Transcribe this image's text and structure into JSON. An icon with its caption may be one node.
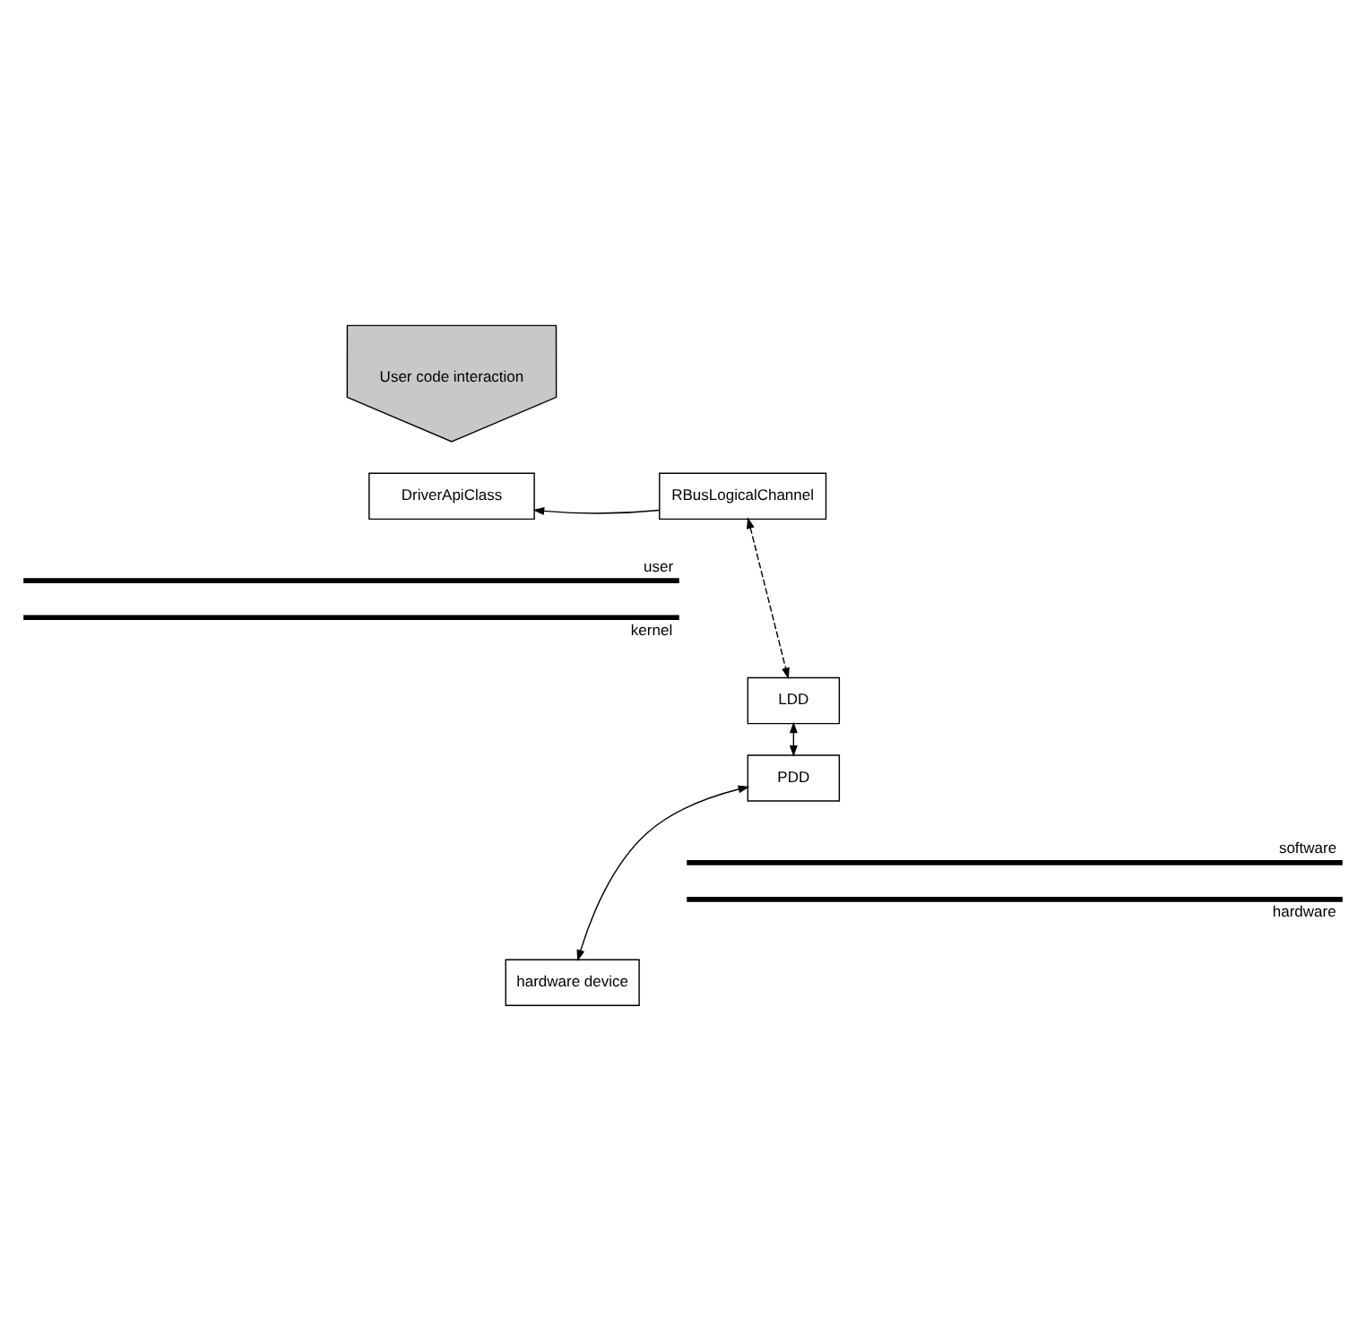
{
  "diagram": {
    "nodes": [
      {
        "text": [
          "User code interaction"
        ]
      },
      {
        "text": [
          "DriverApiClass"
        ]
      },
      {
        "text": [
          "RBusLogicalChannel"
        ]
      },
      {
        "text": [
          "LDD"
        ]
      },
      {
        "text": [
          "PDD"
        ]
      },
      {
        "text": [
          "hardware device"
        ]
      }
    ],
    "edges": [
      {
        "from": 2,
        "to": 1,
        "arrow": "to"
      },
      {
        "from": 2,
        "to": 3,
        "arrow": "both",
        "style": "dashed"
      },
      {
        "from": 3,
        "to": 4,
        "arrow": "both"
      },
      {
        "from": 4,
        "to": 5,
        "arrow": "both"
      }
    ],
    "labels": [
      "user",
      "kernel",
      "software",
      "hardware"
    ]
  }
}
